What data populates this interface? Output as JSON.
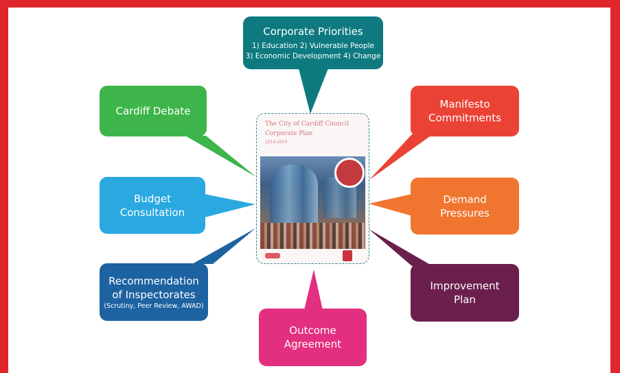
{
  "diagram": {
    "center": {
      "doc_title_line1": "The City of Cardiff Council",
      "doc_title_line2": "Corporate Plan",
      "doc_title_line3": "2014-2016"
    },
    "colors": {
      "frame": "#e0262b",
      "teal": "#0e7a80",
      "green": "#3db54a",
      "light_blue": "#2aa8e0",
      "dark_blue": "#1d62a1",
      "pink": "#e32f7f",
      "red": "#ea4335",
      "orange": "#f0752f",
      "purple": "#6b1f4d"
    },
    "callouts": {
      "corporate_priorities": {
        "title": "Corporate Priorities",
        "line1": "1) Education  2) Vulnerable People",
        "line2": "3) Economic Development  4) Change"
      },
      "cardiff_debate": {
        "title": "Cardiff Debate"
      },
      "budget_consultation": {
        "line1": "Budget",
        "line2": "Consultation"
      },
      "recommendation": {
        "line1": "Recommendation",
        "line2": "of Inspectorates",
        "line3": "(Scrutiny, Peer Review, AWAD)"
      },
      "outcome_agreement": {
        "line1": "Outcome",
        "line2": "Agreement"
      },
      "manifesto_commitments": {
        "line1": "Manifesto",
        "line2": "Commitments"
      },
      "demand_pressures": {
        "line1": "Demand",
        "line2": "Pressures"
      },
      "improvement_plan": {
        "line1": "Improvement",
        "line2": "Plan"
      }
    }
  }
}
